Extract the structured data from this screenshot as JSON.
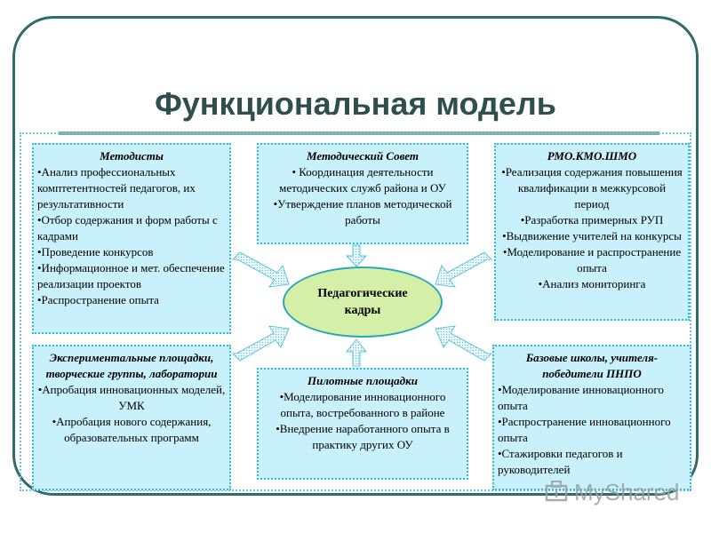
{
  "title": "Функциональная модель",
  "center": [
    "Педагогические",
    "кадры"
  ],
  "boxes": {
    "methodists": {
      "title": "Методисты",
      "items": [
        "•Анализ профессиональных комптетентностей педагогов, их результативности",
        "•Отбор содержания и форм работы с кадрами",
        "•Проведение конкурсов",
        "•Информационное и мет. обеспечение реализации проектов",
        "•Распространение опыта"
      ]
    },
    "council": {
      "title": "Методический Совет",
      "items": [
        "• Координация деятельности методических служб района и ОУ",
        "•Утверждение планов методической работы"
      ]
    },
    "rmo": {
      "title": "РМО.КМО.ШМО",
      "items": [
        "•Реализация содержания повышения квалификации в межкурсовой период",
        "•Разработка примерных РУП",
        "•Выдвижение учителей на конкурсы",
        "•Моделирование и распространение опыта",
        "•Анализ мониторинга"
      ]
    },
    "experimental": {
      "title": "Экспериментальные площадки, творческие группы, лаборатории",
      "items": [
        "•Апробация инновационных моделей, УМК",
        "•Апробация нового содержания, образовательных программ"
      ]
    },
    "pilot": {
      "title": "Пилотные площадки",
      "items": [
        "•Моделирование инновационного опыта, востребованного в районе",
        "•Внедрение наработанного опыта в практику других ОУ"
      ]
    },
    "base": {
      "title": "Базовые школы, учителя-победители ПНПО",
      "items": [
        "•Моделирование инновационного опыта",
        "•Распространение инновационного опыта",
        "•Стажировки педагогов и руководителей"
      ]
    }
  },
  "watermark": "MyShared",
  "colors": {
    "box_fill": "#c9f1fb",
    "box_border": "#3db7d9",
    "center_fill": "#d4f0a8",
    "frame": "#2e6b6a",
    "title": "#2f4f4f"
  }
}
